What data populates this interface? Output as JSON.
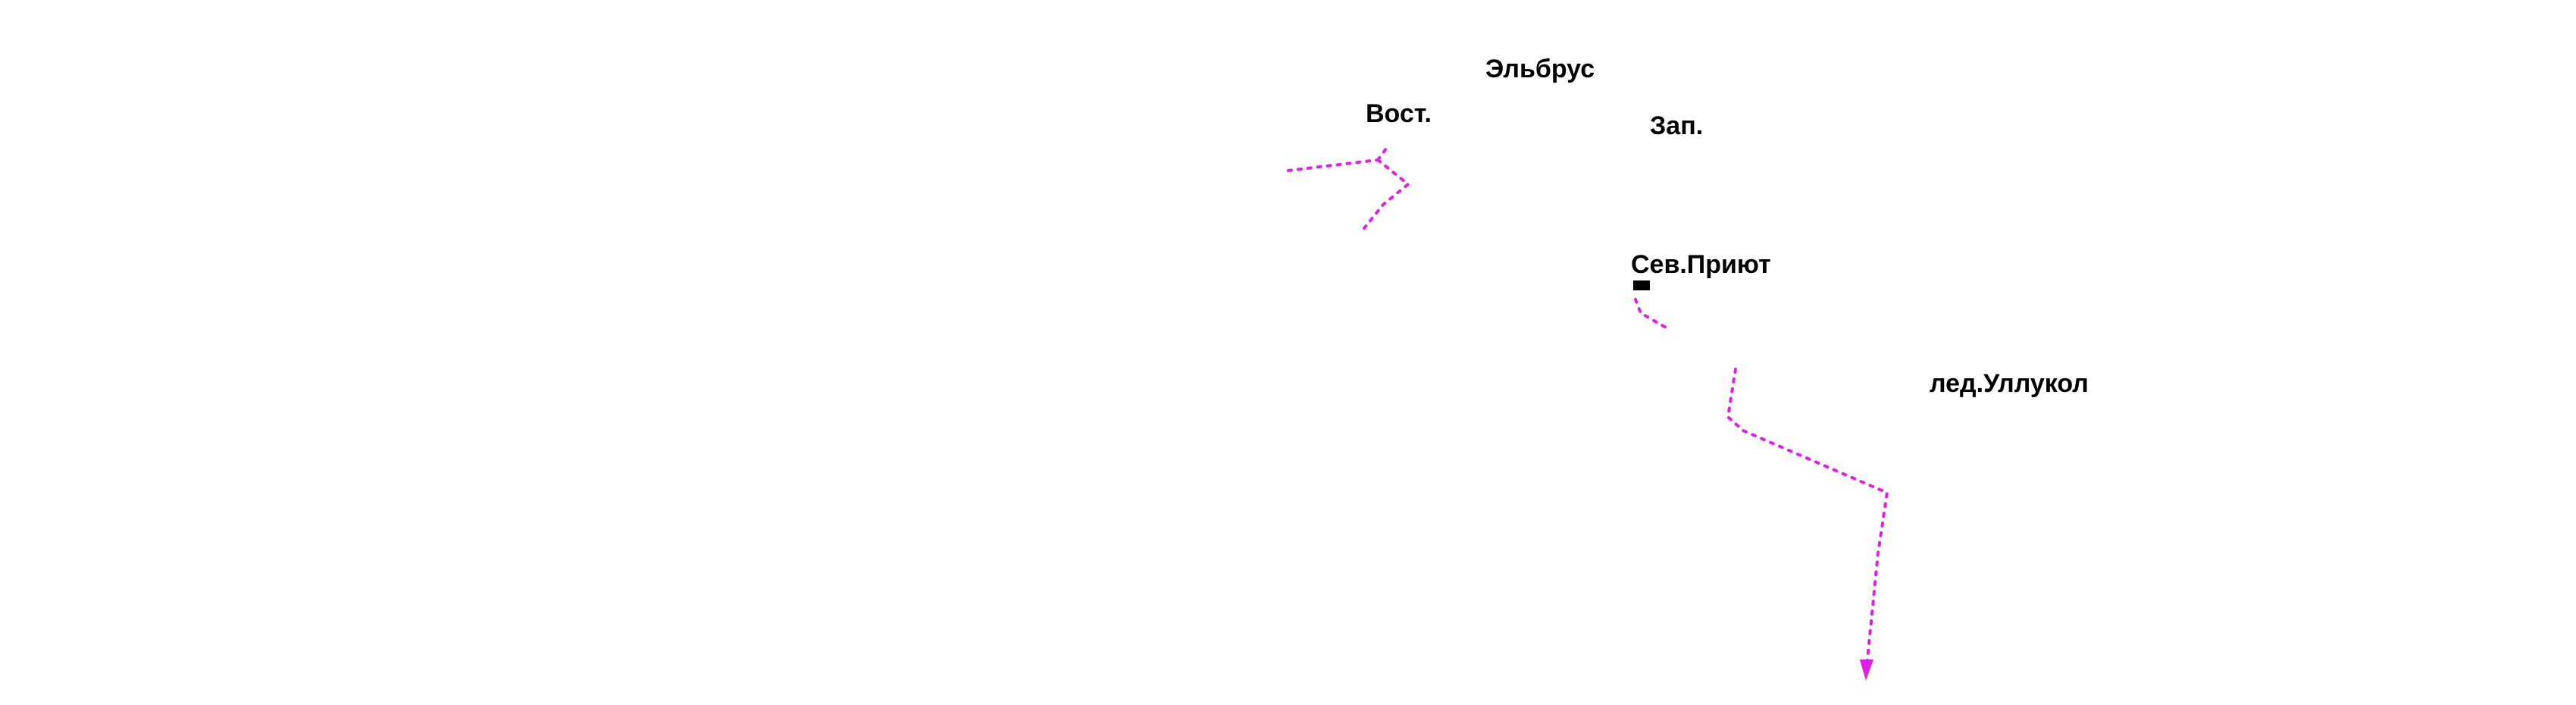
{
  "map": {
    "labels": {
      "elbrus": "Эльбрус",
      "east_summit": "Вост.",
      "west_summit": "Зап.",
      "north_hut": "Сев.Приют",
      "ullukol_glacier": "лед.Уллукол"
    },
    "colors": {
      "background": "#ffffff",
      "text": "#000000",
      "route": "#e020e0",
      "hut_marker": "#000000"
    },
    "icons": {
      "hut_marker": "filled-rectangle",
      "route_end": "arrowhead-down"
    },
    "route": {
      "style": "dotted"
    }
  }
}
